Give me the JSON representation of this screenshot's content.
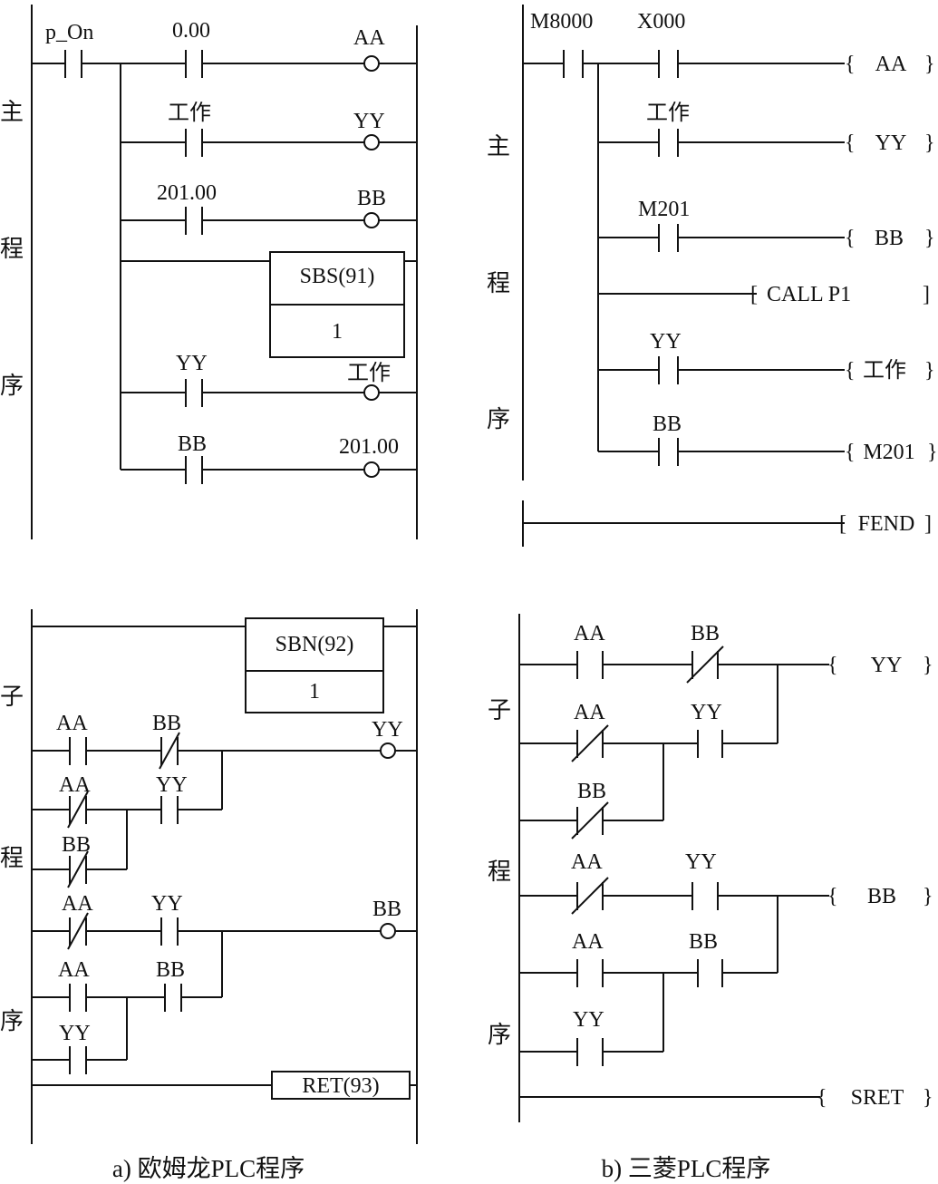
{
  "colors": {
    "ink": "#111111",
    "background": "#ffffff"
  },
  "captions": {
    "a": "a)  欧姆龙PLC程序",
    "b": "b)  三菱PLC程序"
  },
  "side_labels": {
    "main": [
      "主",
      "程",
      "序"
    ],
    "sub": [
      "子",
      "程",
      "序"
    ]
  },
  "omron_main": {
    "contacts": [
      "p_On",
      "0.00",
      "工作",
      "201.00",
      "YY",
      "BB"
    ],
    "coils": [
      "AA",
      "YY",
      "BB",
      "工作",
      "201.00"
    ],
    "box_title": "SBS(91)",
    "box_value": "1"
  },
  "mitsubishi_main": {
    "contacts": [
      "M8000",
      "X000",
      "工作",
      "M201",
      "YY",
      "BB"
    ],
    "coils": [
      "AA",
      "YY",
      "BB",
      "工作",
      "M201"
    ],
    "call": "CALL  P1",
    "fend": "FEND"
  },
  "omron_sub": {
    "box_title": "SBN(92)",
    "box_value": "1",
    "rung1": {
      "contacts": [
        "AA",
        "BB",
        "AA",
        "YY",
        "BB"
      ],
      "coil": "YY"
    },
    "rung2": {
      "contacts": [
        "AA",
        "YY",
        "AA",
        "BB",
        "YY"
      ],
      "coil": "BB"
    },
    "ret": "RET(93)"
  },
  "mitsubishi_sub": {
    "rung1": {
      "contacts": [
        "AA",
        "BB",
        "AA",
        "YY",
        "BB"
      ],
      "coil": "YY"
    },
    "rung2": {
      "contacts": [
        "AA",
        "YY",
        "AA",
        "BB",
        "YY"
      ],
      "coil": "BB"
    },
    "sret": "SRET"
  }
}
